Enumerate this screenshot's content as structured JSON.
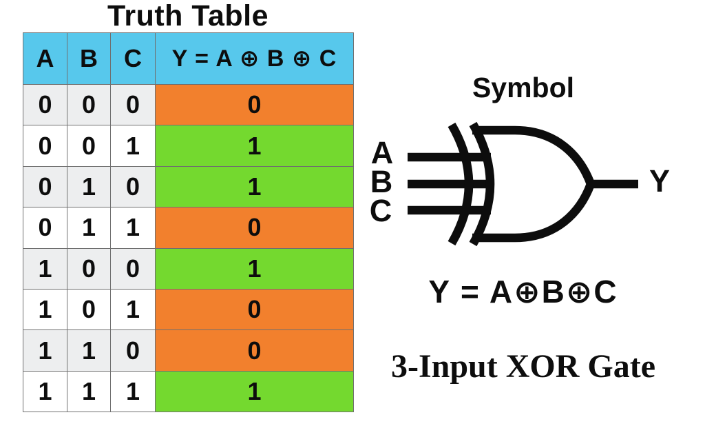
{
  "title": "Truth Table",
  "colors": {
    "header_bg": "#57c8ec",
    "row_even_bg": "#edeeef",
    "row_odd_bg": "#ffffff",
    "one_bg": "#74d92f",
    "zero_bg": "#f2802d",
    "border": "#6f6f6f",
    "ink": "#0d0d0d"
  },
  "table": {
    "headers": [
      "A",
      "B",
      "C",
      "Y = A ⊕ B ⊕ C"
    ],
    "rows": [
      [
        "0",
        "0",
        "0",
        "0"
      ],
      [
        "0",
        "0",
        "1",
        "1"
      ],
      [
        "0",
        "1",
        "0",
        "1"
      ],
      [
        "0",
        "1",
        "1",
        "0"
      ],
      [
        "1",
        "0",
        "0",
        "1"
      ],
      [
        "1",
        "0",
        "1",
        "0"
      ],
      [
        "1",
        "1",
        "0",
        "0"
      ],
      [
        "1",
        "1",
        "1",
        "1"
      ]
    ]
  },
  "symbol": {
    "heading": "Symbol",
    "input_a": "A",
    "input_b": "B",
    "input_c": "C",
    "output": "Y",
    "equation": "Y = A⊕B⊕C",
    "caption": "3-Input XOR Gate"
  }
}
